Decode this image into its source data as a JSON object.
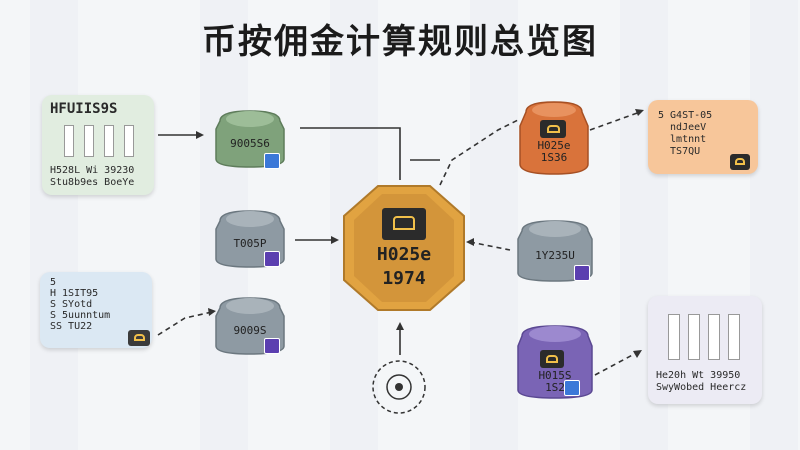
{
  "title": "币按佣金计算规则总览图",
  "center_node": {
    "line1": "H025e",
    "line2": "1974"
  },
  "left_nodes": [
    {
      "label": "9005S6"
    },
    {
      "label": "T005P"
    },
    {
      "label": "9009S"
    }
  ],
  "right_nodes": [
    {
      "label": "H025e\n1S36"
    },
    {
      "label": "1Y235U"
    },
    {
      "label": "H015S\n1S2"
    }
  ],
  "cards": {
    "left_top": {
      "head": "HFUIIS9S",
      "foot": "H528L Wi 39230\nStu8b9es BoeYe"
    },
    "left_bottom": {
      "text": "5\nH 1SIT95\nS SYotd\nS 5uunntum\nSS TU22"
    },
    "right_top": {
      "text": "5 G4ST-05\n  ndJeeV\n  lmtnnt\n  TS7QU"
    },
    "right_bottom": {
      "foot": "He20h Wt 39950\nSwyWobed Heercz"
    }
  },
  "colors": {
    "green": "#7fa27b",
    "grey": "#8e9aa3",
    "orange": "#d9733b",
    "gold": "#e1a341",
    "purple": "#7a64b5",
    "card_green": "#e1ede0",
    "card_blue": "#dbe8f3",
    "card_orange": "#f7c69a",
    "card_lilac": "#ecebf4"
  },
  "icons": [
    "lock-icon",
    "target-icon",
    "arrow-icon"
  ]
}
